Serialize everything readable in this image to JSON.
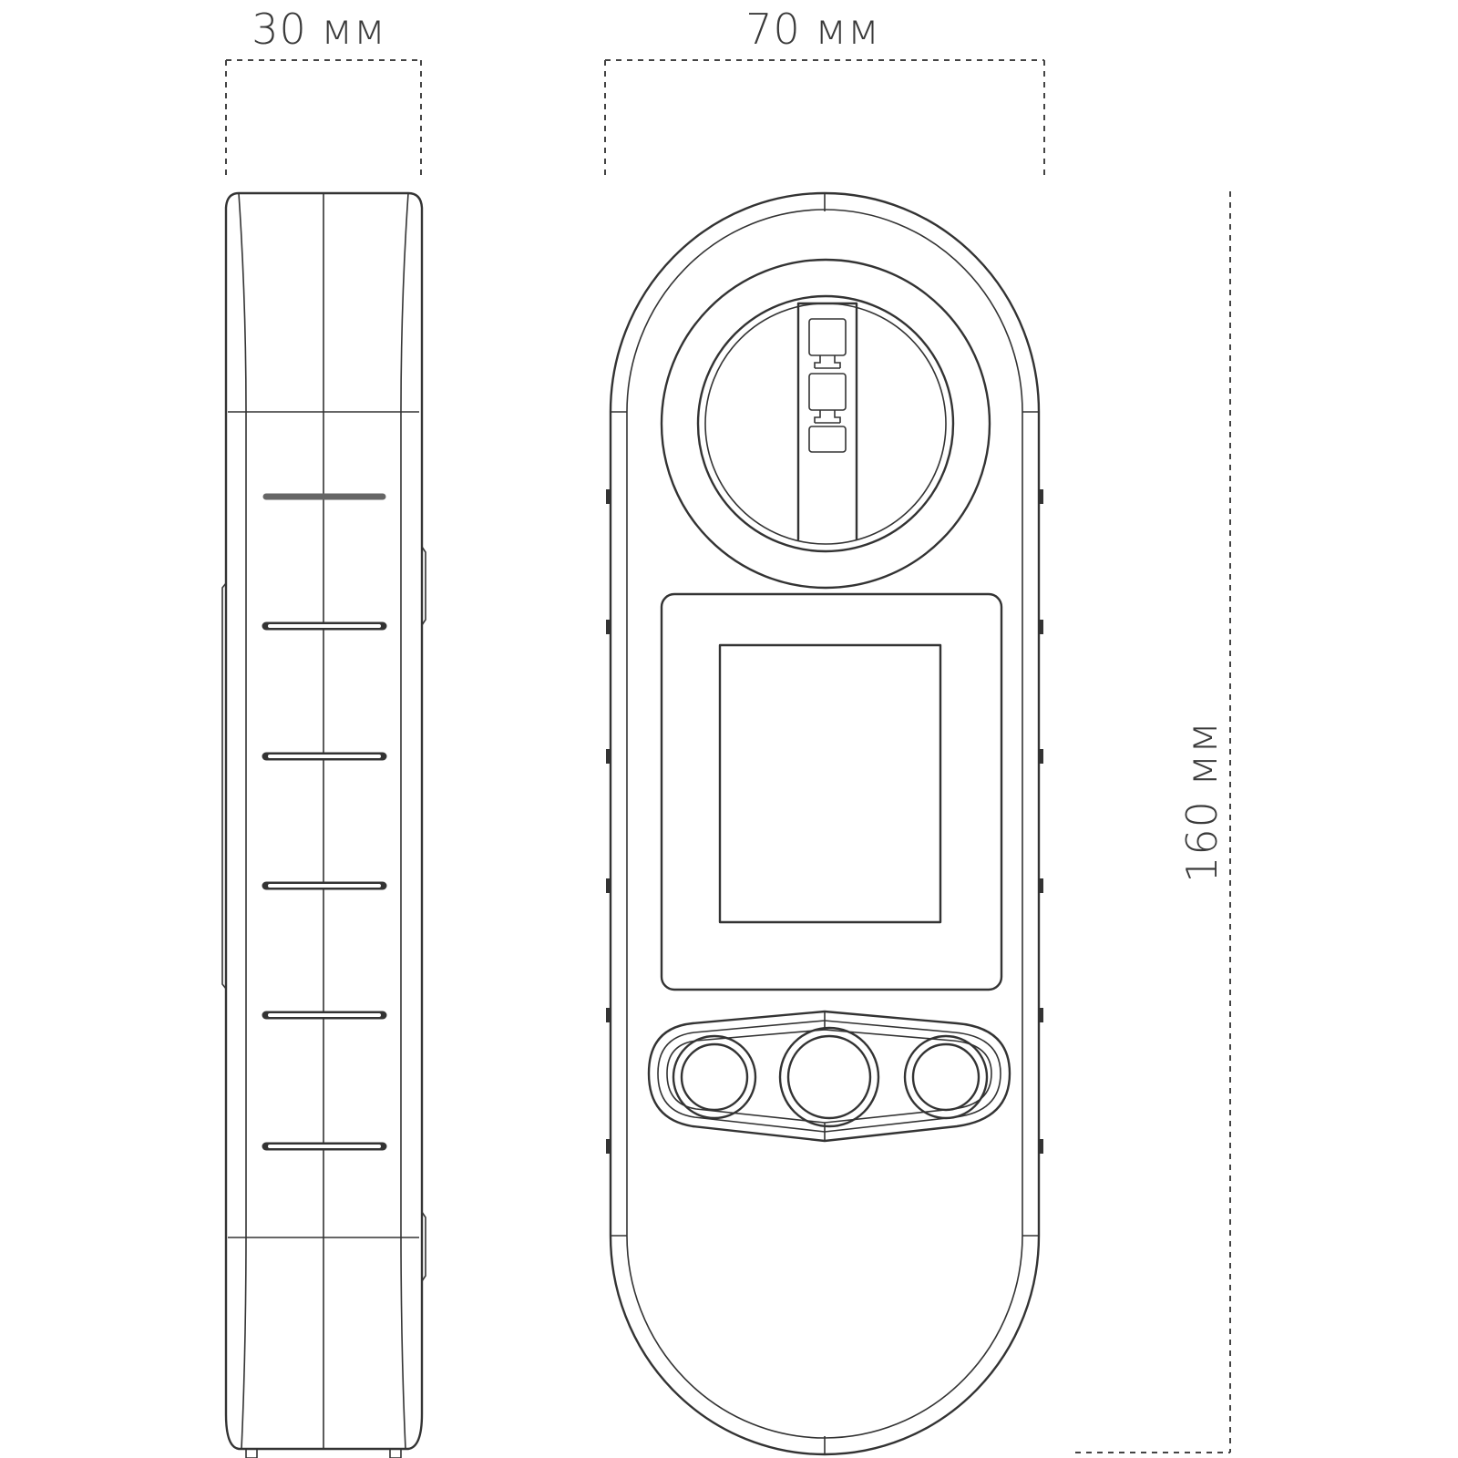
{
  "dimensions": {
    "thickness": "30 мм",
    "width": "70 мм",
    "height": "160 мм"
  },
  "colors": {
    "line": "#333333",
    "text": "#3a3a3a",
    "background": "#ffffff"
  }
}
